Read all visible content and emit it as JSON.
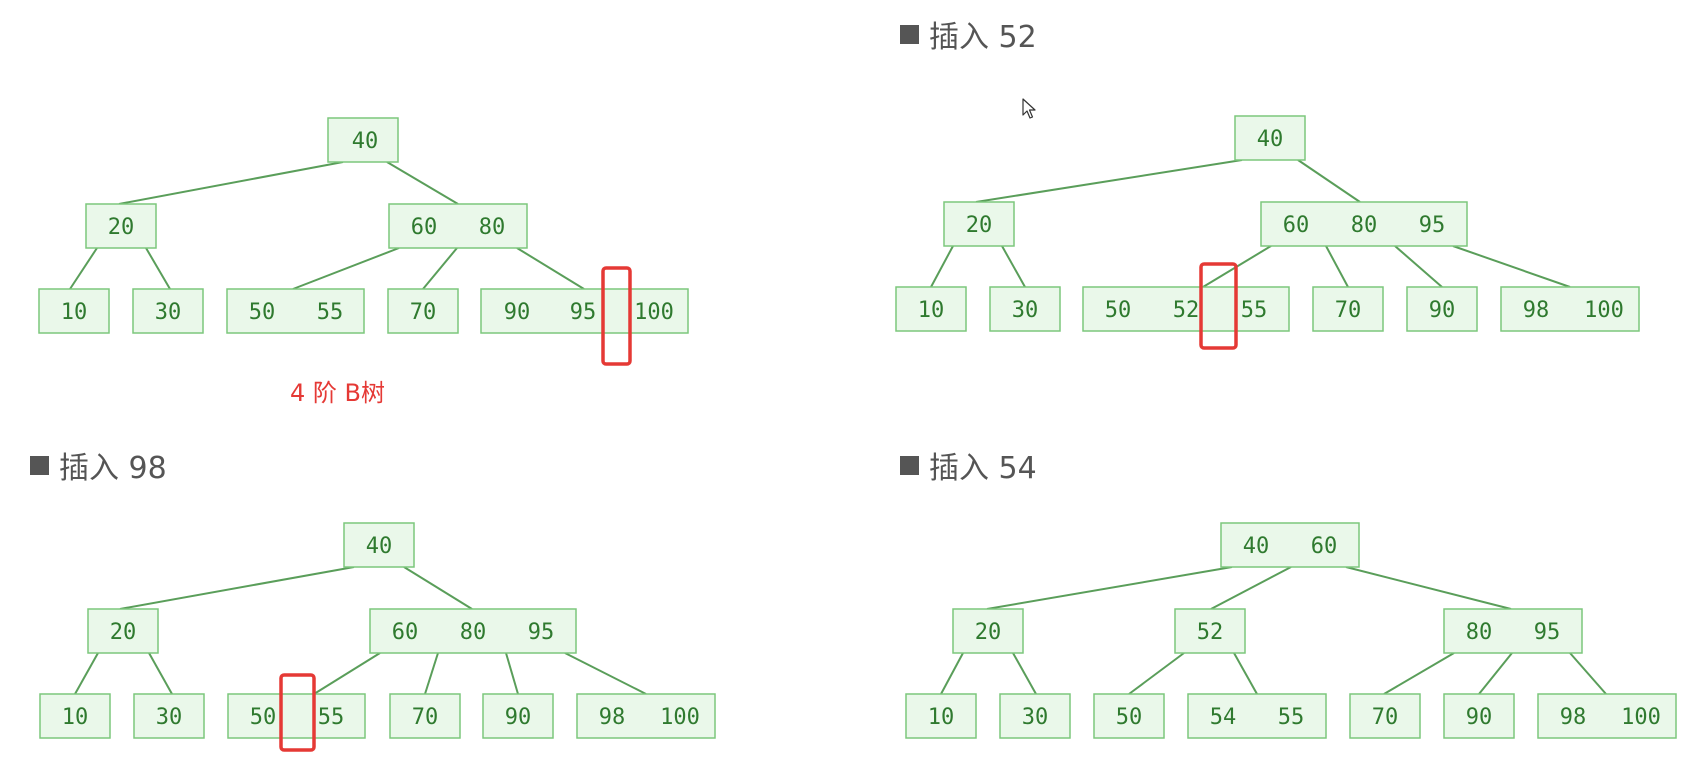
{
  "colors": {
    "node_fill": "#eaf8ea",
    "node_stroke": "#7cc77c",
    "edge": "#5a9e5a",
    "key_text": "#2f7a2f",
    "highlight": "#e53935",
    "heading": "#555555"
  },
  "panels": [
    {
      "id": "tree-initial",
      "heading": "",
      "caption": "4 阶 B树",
      "nodes": [
        {
          "id": "a-root",
          "keys": [
            "40"
          ]
        },
        {
          "id": "a-n20",
          "keys": [
            "20"
          ]
        },
        {
          "id": "a-n6080",
          "keys": [
            "60",
            "80"
          ]
        },
        {
          "id": "a-n10",
          "keys": [
            "10"
          ]
        },
        {
          "id": "a-n30",
          "keys": [
            "30"
          ]
        },
        {
          "id": "a-n5055",
          "keys": [
            "50",
            "55"
          ]
        },
        {
          "id": "a-n70",
          "keys": [
            "70"
          ]
        },
        {
          "id": "a-n9095100",
          "keys": [
            "90",
            "95",
            "100"
          ]
        }
      ]
    },
    {
      "id": "tree-insert-52",
      "heading": "插入 52",
      "nodes": [
        {
          "id": "b-root",
          "keys": [
            "40"
          ]
        },
        {
          "id": "b-n20",
          "keys": [
            "20"
          ]
        },
        {
          "id": "b-n608095",
          "keys": [
            "60",
            "80",
            "95"
          ]
        },
        {
          "id": "b-n10",
          "keys": [
            "10"
          ]
        },
        {
          "id": "b-n30",
          "keys": [
            "30"
          ]
        },
        {
          "id": "b-n505255",
          "keys": [
            "50",
            "52",
            "55"
          ]
        },
        {
          "id": "b-n70",
          "keys": [
            "70"
          ]
        },
        {
          "id": "b-n90",
          "keys": [
            "90"
          ]
        },
        {
          "id": "b-n98100",
          "keys": [
            "98",
            "100"
          ]
        }
      ]
    },
    {
      "id": "tree-insert-98",
      "heading": "插入 98",
      "nodes": [
        {
          "id": "c-root",
          "keys": [
            "40"
          ]
        },
        {
          "id": "c-n20",
          "keys": [
            "20"
          ]
        },
        {
          "id": "c-n608095",
          "keys": [
            "60",
            "80",
            "95"
          ]
        },
        {
          "id": "c-n10",
          "keys": [
            "10"
          ]
        },
        {
          "id": "c-n30",
          "keys": [
            "30"
          ]
        },
        {
          "id": "c-n5055",
          "keys": [
            "50",
            "55"
          ]
        },
        {
          "id": "c-n70",
          "keys": [
            "70"
          ]
        },
        {
          "id": "c-n90",
          "keys": [
            "90"
          ]
        },
        {
          "id": "c-n98100",
          "keys": [
            "98",
            "100"
          ]
        }
      ]
    },
    {
      "id": "tree-insert-54",
      "heading": "插入 54",
      "nodes": [
        {
          "id": "d-root",
          "keys": [
            "40",
            "60"
          ]
        },
        {
          "id": "d-n20",
          "keys": [
            "20"
          ]
        },
        {
          "id": "d-n52",
          "keys": [
            "52"
          ]
        },
        {
          "id": "d-n8095",
          "keys": [
            "80",
            "95"
          ]
        },
        {
          "id": "d-n10",
          "keys": [
            "10"
          ]
        },
        {
          "id": "d-n30",
          "keys": [
            "30"
          ]
        },
        {
          "id": "d-n50",
          "keys": [
            "50"
          ]
        },
        {
          "id": "d-n5455",
          "keys": [
            "54",
            "55"
          ]
        },
        {
          "id": "d-n70",
          "keys": [
            "70"
          ]
        },
        {
          "id": "d-n90",
          "keys": [
            "90"
          ]
        },
        {
          "id": "d-n98100",
          "keys": [
            "98",
            "100"
          ]
        }
      ]
    }
  ]
}
